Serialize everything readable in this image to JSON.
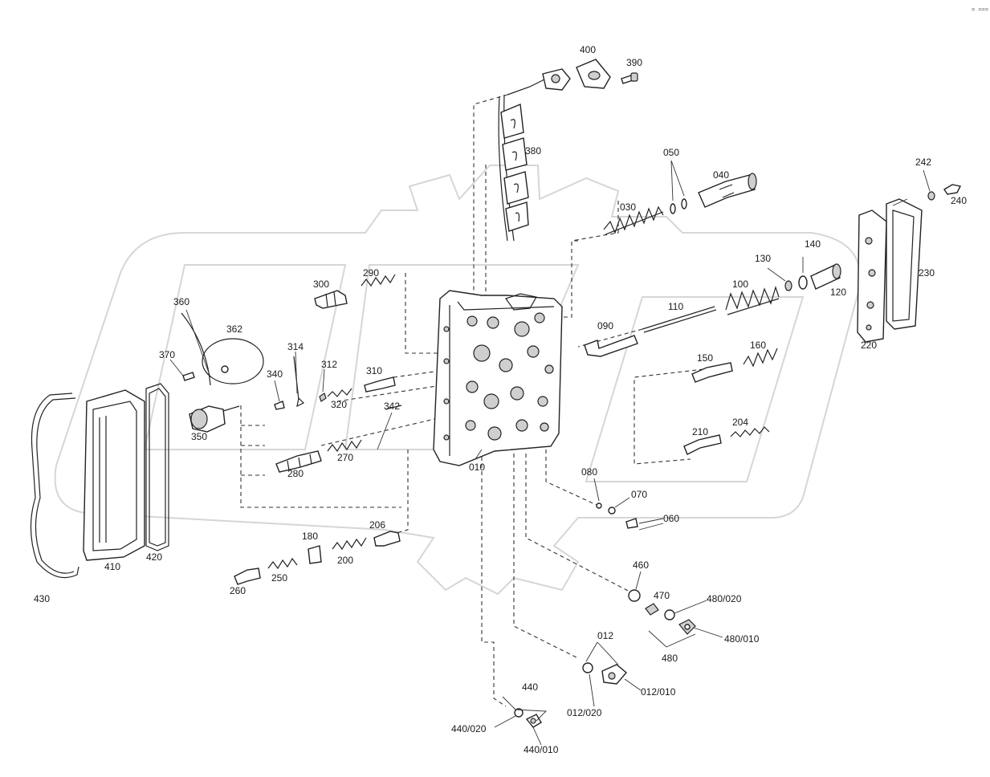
{
  "corner_mark": "= ===",
  "callouts": {
    "c400": "400",
    "c390": "390",
    "c380": "380",
    "c050": "050",
    "c040": "040",
    "c030": "030",
    "c242": "242",
    "c240": "240",
    "c230": "230",
    "c220": "220",
    "c140": "140",
    "c130": "130",
    "c120": "120",
    "c100": "100",
    "c110": "110",
    "c090": "090",
    "c160": "160",
    "c150": "150",
    "c210": "210",
    "c204": "204",
    "c300": "300",
    "c290": "290",
    "c360": "360",
    "c362": "362",
    "c370": "370",
    "c314": "314",
    "c312": "312",
    "c340": "340",
    "c310": "310",
    "c320": "320",
    "c342": "342",
    "c350": "350",
    "c270": "270",
    "c280": "280",
    "c010": "010",
    "c080": "080",
    "c070": "070",
    "c060": "060",
    "c206": "206",
    "c180": "180",
    "c200": "200",
    "c250": "250",
    "c260": "260",
    "c410": "410",
    "c420": "420",
    "c430": "430",
    "c460": "460",
    "c470": "470",
    "c480_020": "480/020",
    "c480_010": "480/010",
    "c480": "480",
    "c012": "012",
    "c012_010": "012/010",
    "c012_020": "012/020",
    "c440": "440",
    "c440_020": "440/020",
    "c440_010": "440/010"
  }
}
